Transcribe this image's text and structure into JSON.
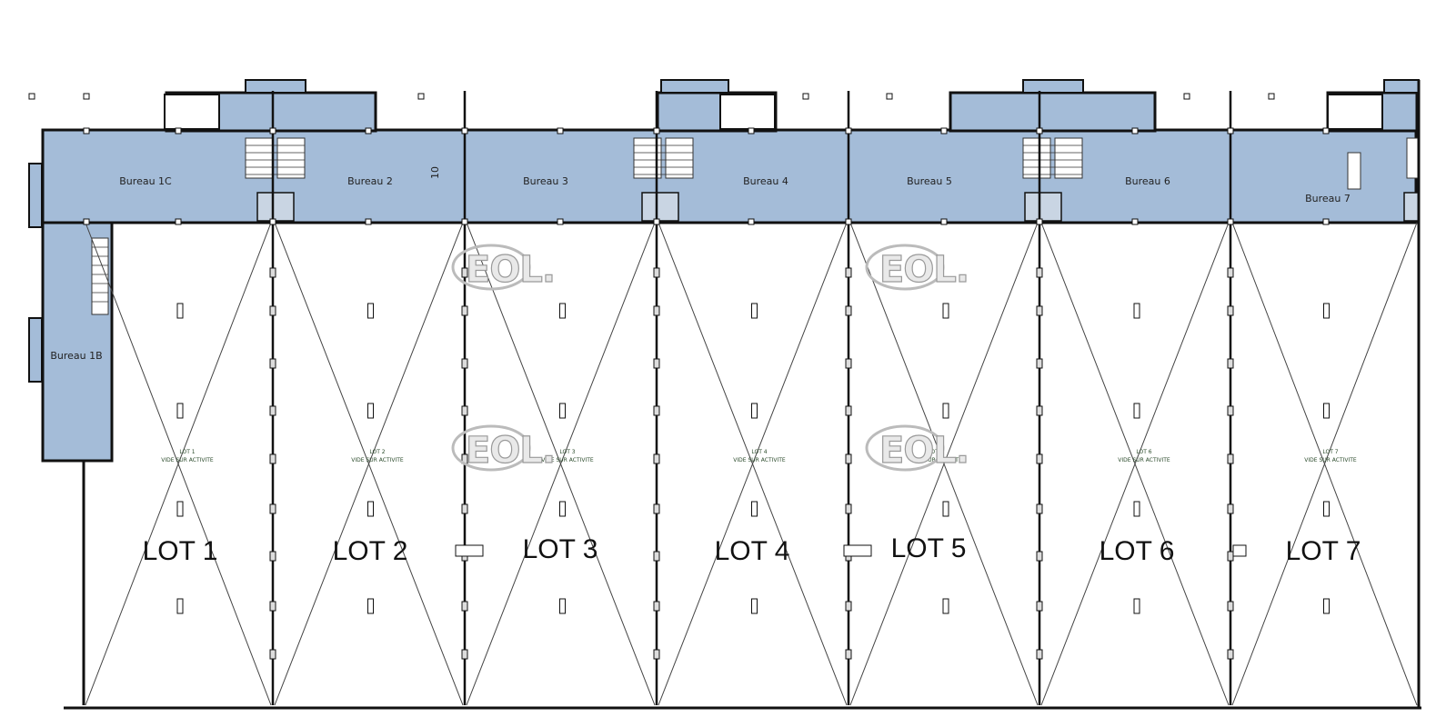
{
  "plan": {
    "offices": [
      {
        "label": "Bureau 1C"
      },
      {
        "label": "Bureau 2"
      },
      {
        "label": "Bureau 3"
      },
      {
        "label": "Bureau 4"
      },
      {
        "label": "Bureau 5"
      },
      {
        "label": "Bureau 6"
      },
      {
        "label": "Bureau 7"
      },
      {
        "label": "Bureau 1B"
      }
    ],
    "lots": [
      {
        "label": "LOT 1",
        "sublabel_1": "LOT 1",
        "sublabel_2": "VIDE SUR ACTIVITE"
      },
      {
        "label": "LOT 2",
        "sublabel_1": "LOT 2",
        "sublabel_2": "VIDE SUR ACTIVITE"
      },
      {
        "label": "LOT 3",
        "sublabel_1": "LOT 3",
        "sublabel_2": "VIDE SUR ACTIVITE"
      },
      {
        "label": "LOT 4",
        "sublabel_1": "LOT 4",
        "sublabel_2": "VIDE SUR ACTIVITE"
      },
      {
        "label": "LOT 5",
        "sublabel_1": "LOT 5",
        "sublabel_2": "VIDE SUR ACTIVITE"
      },
      {
        "label": "LOT 6",
        "sublabel_1": "LOT 6",
        "sublabel_2": "VIDE SUR ACTIVITE"
      },
      {
        "label": "LOT 7",
        "sublabel_1": "LOT 7",
        "sublabel_2": "VIDE SUR ACTIVITE"
      }
    ],
    "dimension_label": "10",
    "watermark": "EOL.",
    "colors": {
      "office_fill": "#a4bcd8",
      "wall": "#111111",
      "hatch": "#555555"
    }
  }
}
